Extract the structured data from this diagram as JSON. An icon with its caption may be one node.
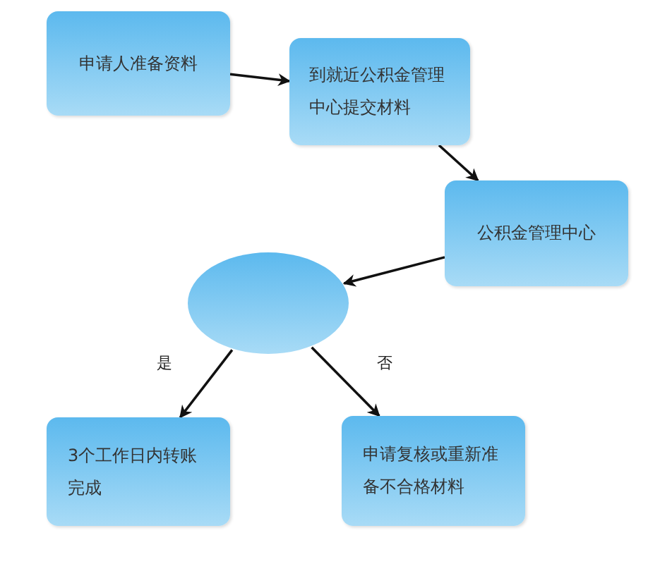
{
  "diagram": {
    "nodes": [
      {
        "text": [
          "申请人准备资料"
        ]
      },
      {
        "text": [
          "到就近公积金管理中心提交材料"
        ]
      },
      {
        "text": [
          "公积金管理中心"
        ]
      },
      {
        "text": [],
        "shape": "circle"
      },
      {
        "text": [
          "3个工作日内转账完成"
        ]
      },
      {
        "text": [
          "申请复核或重新准备不合格材料"
        ]
      }
    ],
    "edges": [
      {
        "from": 0,
        "to": 1,
        "arrow": "to"
      },
      {
        "from": 1,
        "to": 2,
        "arrow": "to"
      },
      {
        "from": 2,
        "to": 3,
        "arrow": "to"
      },
      {
        "from": 3,
        "to": 4,
        "arrow": "to",
        "label": "是"
      },
      {
        "from": 3,
        "to": 5,
        "arrow": "to",
        "label": "否"
      }
    ]
  }
}
